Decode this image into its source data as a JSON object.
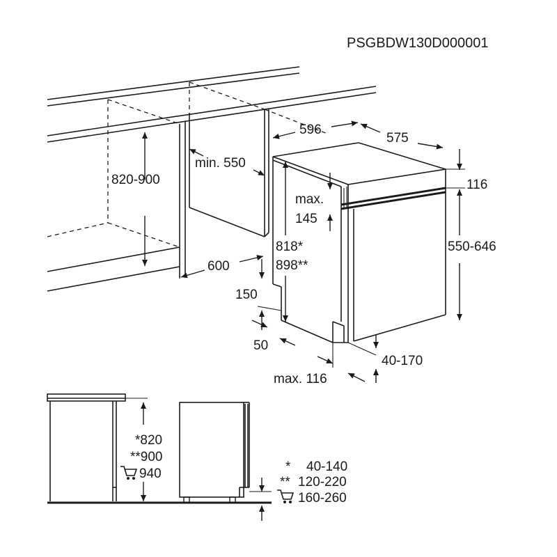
{
  "product_code": "PSGBDW130D000001",
  "dimensions": {
    "niche_height": "820-900",
    "min_depth": "min. 550",
    "niche_width": "600",
    "appliance_width": "596",
    "appliance_depth": "575",
    "panel_top": "116",
    "max_label": "max.",
    "max_145": "145",
    "door_height": "550-646",
    "height_star": "818*",
    "height_dstar": "898**",
    "plinth_150": "150",
    "plinth_50": "50",
    "max_116": "max. 116",
    "foot_adjust": "40-170"
  },
  "side_view": {
    "h1": "*820",
    "h2": "**900",
    "h3": "940"
  },
  "legend": {
    "l1_mark": "*",
    "l1_val": "40-140",
    "l2_mark": "**",
    "l2_val": "120-220",
    "l3_val": "160-260"
  },
  "icons": [
    "cart-icon",
    "cart-icon-legend"
  ]
}
